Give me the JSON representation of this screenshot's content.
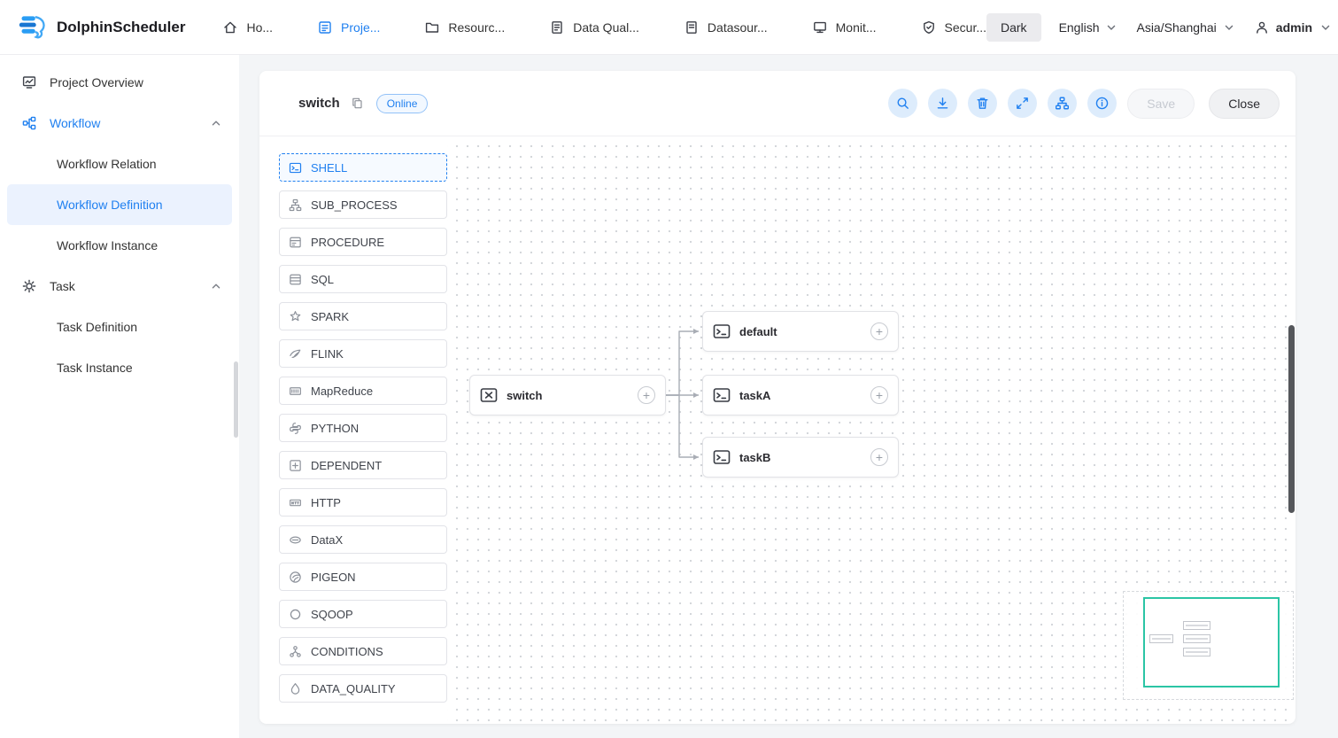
{
  "brand": {
    "name": "DolphinScheduler"
  },
  "topnav": {
    "items": [
      {
        "label": "Ho...",
        "icon": "home-icon"
      },
      {
        "label": "Proje...",
        "icon": "project-icon",
        "active": true
      },
      {
        "label": "Resourc...",
        "icon": "folder-icon"
      },
      {
        "label": "Data Qual...",
        "icon": "data-quality-icon"
      },
      {
        "label": "Datasour...",
        "icon": "datasource-icon"
      },
      {
        "label": "Monit...",
        "icon": "monitor-icon"
      },
      {
        "label": "Secur...",
        "icon": "security-icon"
      }
    ],
    "theme_label": "Dark",
    "language": "English",
    "timezone": "Asia/Shanghai",
    "username": "admin"
  },
  "sidebar": {
    "items": [
      {
        "label": "Project Overview",
        "icon": "project-overview-icon"
      },
      {
        "label": "Workflow",
        "icon": "workflow-icon",
        "expanded": true
      },
      {
        "label": "Workflow Relation"
      },
      {
        "label": "Workflow Definition",
        "active": true
      },
      {
        "label": "Workflow Instance"
      },
      {
        "label": "Task",
        "icon": "gear-icon",
        "expanded": true
      },
      {
        "label": "Task Definition"
      },
      {
        "label": "Task Instance"
      }
    ]
  },
  "editor": {
    "title": "switch",
    "status": "Online",
    "save_label": "Save",
    "close_label": "Close",
    "toolbar_icons": [
      "search-icon",
      "download-icon",
      "delete-icon",
      "fullscreen-icon",
      "format-dag-icon",
      "info-icon"
    ]
  },
  "task_types": [
    {
      "label": "SHELL",
      "selected": true
    },
    {
      "label": "SUB_PROCESS"
    },
    {
      "label": "PROCEDURE"
    },
    {
      "label": "SQL"
    },
    {
      "label": "SPARK"
    },
    {
      "label": "FLINK"
    },
    {
      "label": "MapReduce"
    },
    {
      "label": "PYTHON"
    },
    {
      "label": "DEPENDENT"
    },
    {
      "label": "HTTP"
    },
    {
      "label": "DataX"
    },
    {
      "label": "PIGEON"
    },
    {
      "label": "SQOOP"
    },
    {
      "label": "CONDITIONS"
    },
    {
      "label": "DATA_QUALITY"
    }
  ],
  "canvas": {
    "nodes": [
      {
        "label": "switch",
        "type": "switch"
      },
      {
        "label": "default",
        "type": "shell"
      },
      {
        "label": "taskA",
        "type": "shell"
      },
      {
        "label": "taskB",
        "type": "shell"
      }
    ],
    "edges": [
      {
        "from": "switch",
        "to": "default"
      },
      {
        "from": "switch",
        "to": "taskA"
      },
      {
        "from": "switch",
        "to": "taskB"
      }
    ]
  },
  "colors": {
    "primary": "#2080f0",
    "badge_blue": "#2080f0",
    "minimap_viewport": "#2bc5a5",
    "canvas_dot": "#d4d7db"
  }
}
